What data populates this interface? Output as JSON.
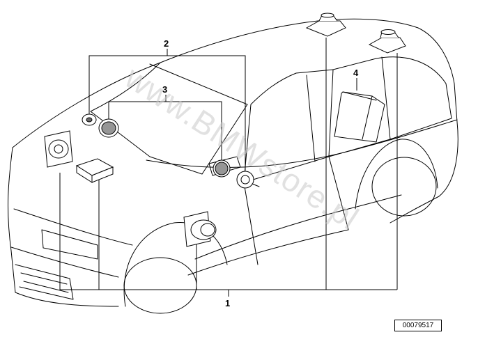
{
  "diagram": {
    "callouts": [
      {
        "id": "1",
        "label": "1"
      },
      {
        "id": "2",
        "label": "2"
      },
      {
        "id": "3",
        "label": "3"
      },
      {
        "id": "4",
        "label": "4"
      }
    ],
    "watermark": "www.BMWstore.pl",
    "reference_number": "00079517",
    "colors": {
      "line": "#000000",
      "speaker_mesh": "#6a6a6a",
      "watermark": "#c8c8c8"
    }
  }
}
